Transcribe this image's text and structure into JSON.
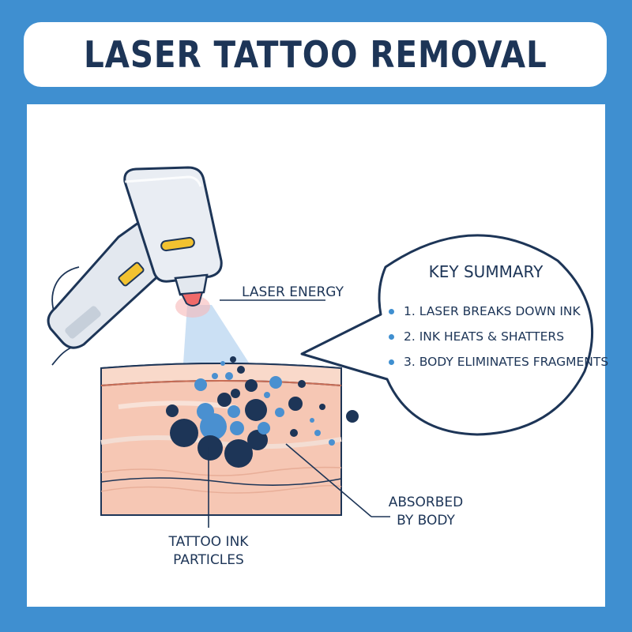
{
  "title": "LASER TATTOO REMOVAL",
  "labels": {
    "laser_energy": "LASER ENERGY",
    "tattoo_ink_line1": "TATTOO INK",
    "tattoo_ink_line2": "PARTICLES",
    "absorbed_line1": "ABSORBED",
    "absorbed_line2": "BY BODY"
  },
  "summary": {
    "title": "KEY SUMMARY",
    "items": [
      "1. LASER BREAKS DOWN INK",
      "2. INK HEATS & SHATTERS",
      "3. BODY ELIMINATES FRAGMENTS"
    ]
  },
  "colors": {
    "background": "#3f8fd0",
    "navy": "#1d3557",
    "skin": "#f6c7b4",
    "ink_blue": "#4a90d0",
    "laser_tip": "#f06a6a",
    "accent_yellow": "#f2c230"
  },
  "icons": [
    "laser-handpiece-icon"
  ]
}
